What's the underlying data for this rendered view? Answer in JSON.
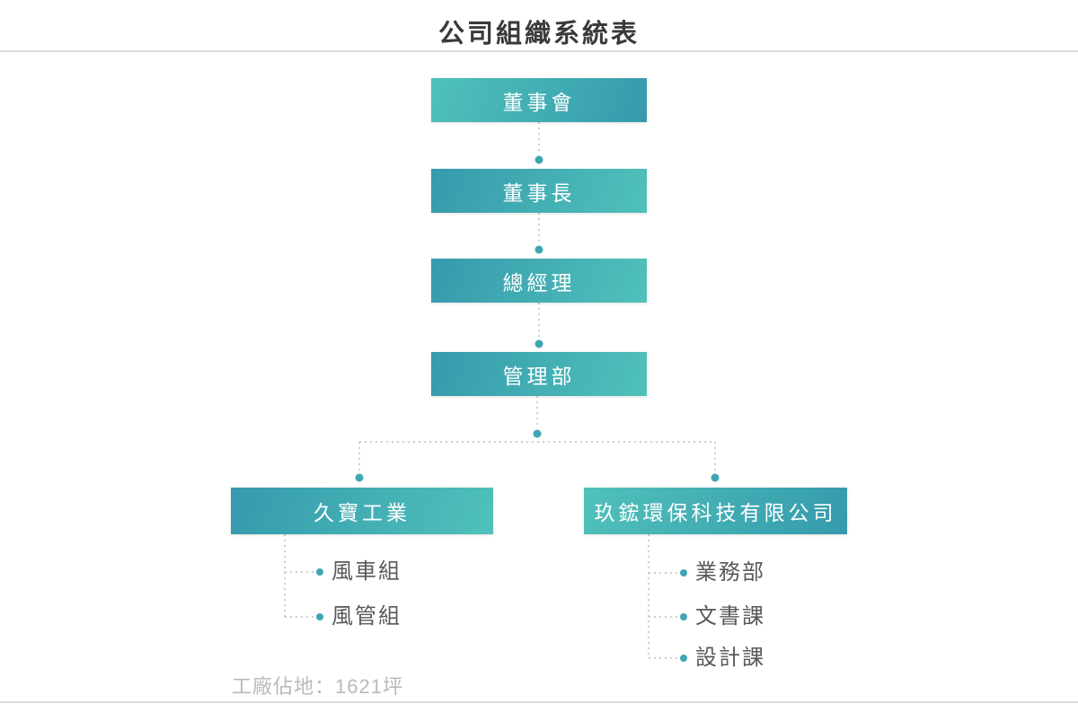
{
  "page": {
    "title": "公司組織系統表",
    "footnote": "工廠佔地：1621坪"
  },
  "colors": {
    "box_gradient_light": "#50c1ba",
    "box_gradient_dark": "#359aad",
    "connector_line": "#bcbfc1",
    "connector_dot": "#3fa6b3",
    "title_text": "#3a3a3a",
    "box_text": "#ffffff",
    "item_text": "#58595b",
    "footnote_text": "#b9b9b9",
    "divider": "#dcdcdc"
  },
  "org_chart": {
    "chain": [
      {
        "label": "董事會"
      },
      {
        "label": "董事長"
      },
      {
        "label": "總經理"
      },
      {
        "label": "管理部"
      }
    ],
    "branches": [
      {
        "label": "久寶工業",
        "children": [
          "風車組",
          "風管組"
        ]
      },
      {
        "label": "玖鋐環保科技有限公司",
        "children": [
          "業務部",
          "文書課",
          "設計課"
        ]
      }
    ]
  }
}
